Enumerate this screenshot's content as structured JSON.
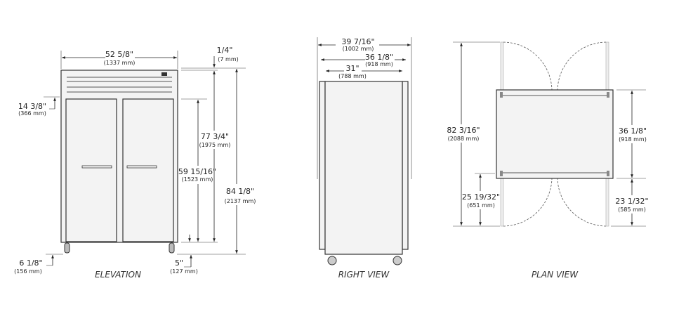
{
  "elevation": {
    "title": "ELEVATION",
    "width": {
      "in": "52 5/8\"",
      "mm": "(1337 mm)"
    },
    "top_offset": {
      "in": "1/4\"",
      "mm": "(7 mm)"
    },
    "grille": {
      "in": "14 3/8\"",
      "mm": "(366 mm)"
    },
    "cabinet_height": {
      "in": "77 3/4\"",
      "mm": "(1975 mm)"
    },
    "door_height": {
      "in": "59 15/16\"",
      "mm": "(1523 mm)"
    },
    "overall_height": {
      "in": "84 1/8\"",
      "mm": "(2137 mm)"
    },
    "caster_left": {
      "in": "6 1/8\"",
      "mm": "(156 mm)"
    },
    "caster_right": {
      "in": "5\"",
      "mm": "(127 mm)"
    }
  },
  "right_view": {
    "title": "RIGHT VIEW",
    "overall_depth": {
      "in": "39 7/16\"",
      "mm": "(1002 mm)"
    },
    "depth_doors": {
      "in": "36 1/8\"",
      "mm": "(918 mm)"
    },
    "cabinet_depth": {
      "in": "31\"",
      "mm": "(788 mm)"
    }
  },
  "plan_view": {
    "title": "PLAN VIEW",
    "doors_open": {
      "in": "82 3/16\"",
      "mm": "(2088 mm)"
    },
    "depth": {
      "in": "36 1/8\"",
      "mm": "(918 mm)"
    },
    "swing_left": {
      "in": "25 19/32\"",
      "mm": "(651 mm)"
    },
    "swing_right": {
      "in": "23 1/32\"",
      "mm": "(585 mm)"
    }
  }
}
